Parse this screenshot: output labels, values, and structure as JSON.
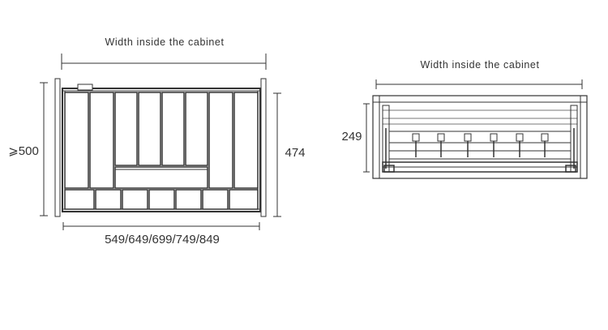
{
  "front_view": {
    "width_label": "Width inside the cabinet",
    "depth_label": "⩾500",
    "height_label": "474",
    "width_options_label": "549/649/699/749/849"
  },
  "side_view": {
    "width_label": "Width inside the cabinet",
    "height_label": "249"
  },
  "colors": {
    "line": "#333333",
    "light_line": "#777777",
    "background": "#ffffff"
  }
}
